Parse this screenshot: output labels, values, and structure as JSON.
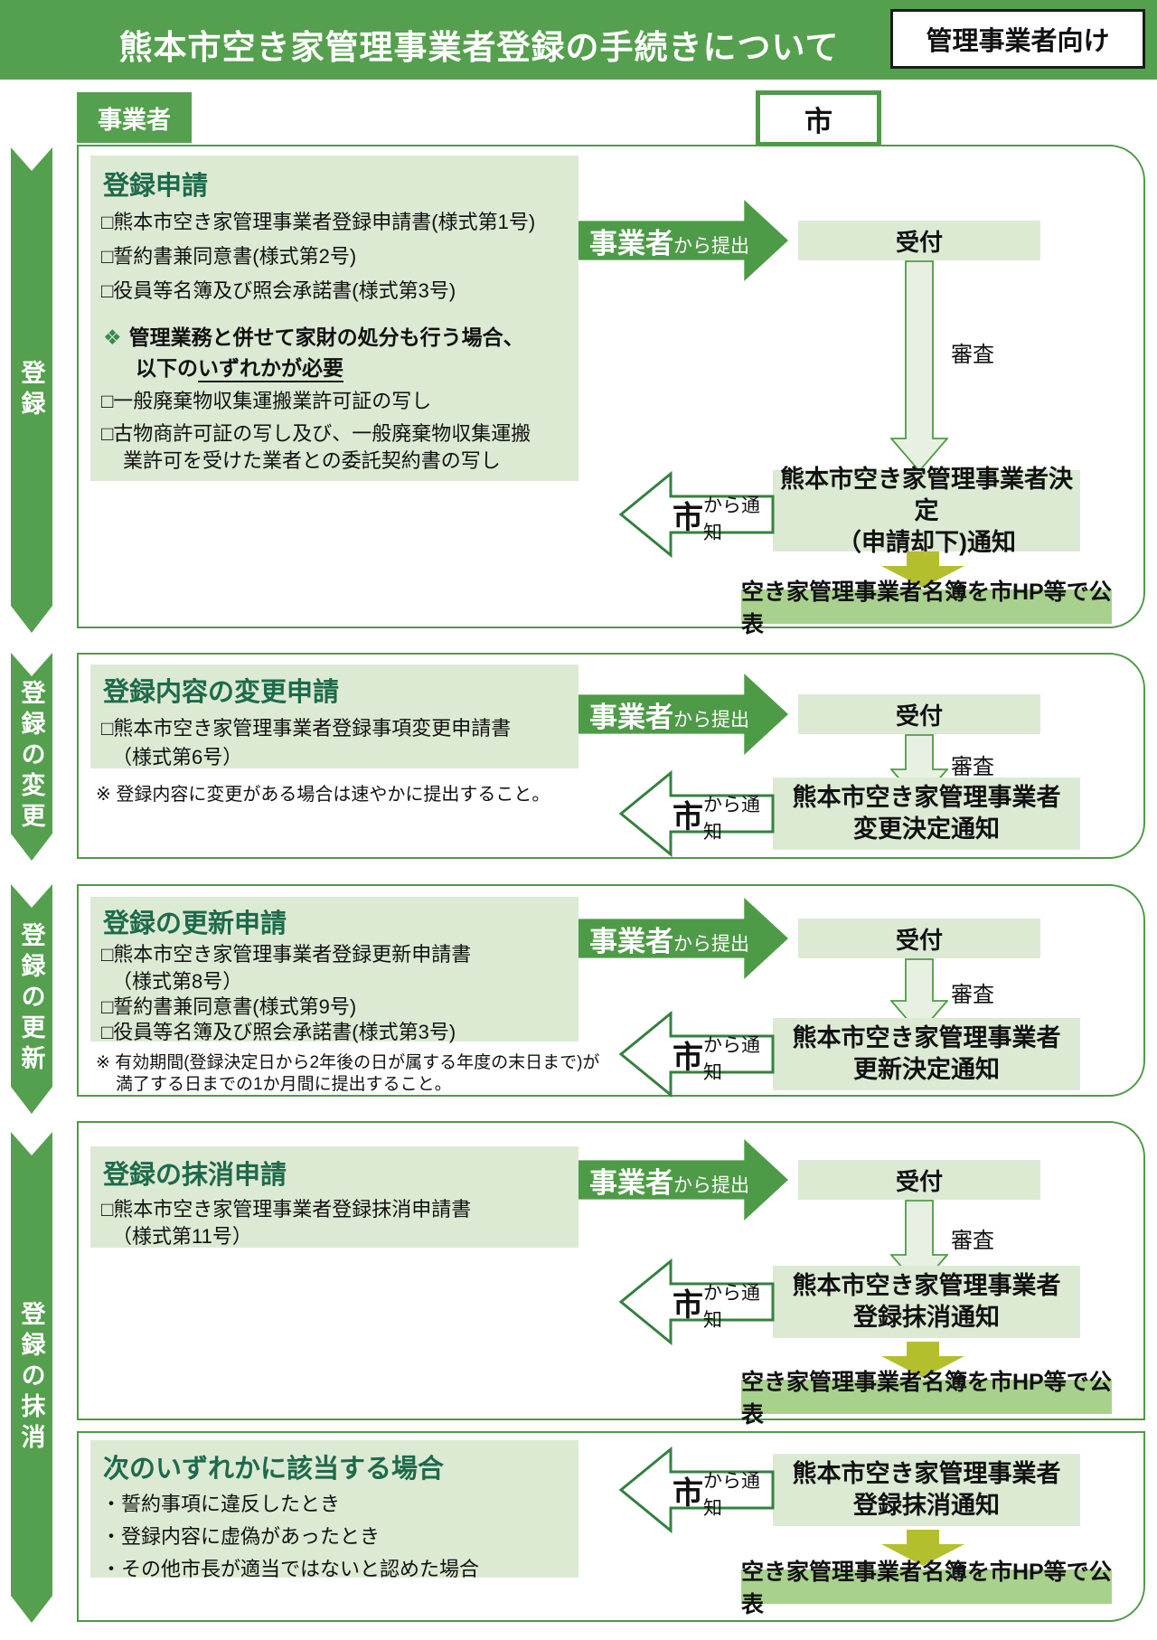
{
  "header": {
    "title": "熊本市空き家管理事業者登録の手続きについて",
    "badge": "管理事業者向け"
  },
  "actors": {
    "business": "事業者",
    "city": "市"
  },
  "flow": {
    "submit_main": "事業者",
    "submit_sub": "から提出",
    "notify_main": "市",
    "notify_sub": "から通知",
    "reception": "受付",
    "review": "審査",
    "publish": "空き家管理事業者名簿を市HP等で公表"
  },
  "ribbons": [
    {
      "label": "登録"
    },
    {
      "label": "登録の変更"
    },
    {
      "label": "登録の更新"
    },
    {
      "label": "登録の抹消"
    }
  ],
  "sections": [
    {
      "title": "登録申請",
      "items": [
        "□熊本市空き家管理事業者登録申請書(様式第1号)",
        "□誓約書兼同意書(様式第2号)",
        "□役員等名簿及び照会承諾書(様式第3号)"
      ],
      "diamond": "❖",
      "note_bold_1": "管理業務と併せて家財の処分も行う場合、",
      "note_bold_2_prefix": "以下の",
      "note_bold_2_underline": "いずれかが必要",
      "items2": [
        "□一般廃棄物収集運搬業許可証の写し",
        "□古物商許可証の写し及び、一般廃棄物収集運搬",
        "業許可を受けた業者との委託契約書の写し"
      ],
      "decision_line1": "熊本市空き家管理事業者決定",
      "decision_line2": "（申請却下)通知"
    },
    {
      "title": "登録内容の変更申請",
      "items": [
        "□熊本市空き家管理事業者登録事項変更申請書",
        "（様式第6号）"
      ],
      "note": "※ 登録内容に変更がある場合は速やかに提出すること。",
      "decision_line1": "熊本市空き家管理事業者",
      "decision_line2": "変更決定通知"
    },
    {
      "title": "登録の更新申請",
      "items": [
        "□熊本市空き家管理事業者登録更新申請書",
        "（様式第8号）",
        "□誓約書兼同意書(様式第9号)",
        "□役員等名簿及び照会承諾書(様式第3号)"
      ],
      "note_line1": "※ 有効期間(登録決定日から2年後の日が属する年度の末日まで)が",
      "note_line2": "満了する日までの1か月間に提出すること。",
      "decision_line1": "熊本市空き家管理事業者",
      "decision_line2": "更新決定通知"
    },
    {
      "title": "登録の抹消申請",
      "items": [
        "□熊本市空き家管理事業者登録抹消申請書",
        "（様式第11号）"
      ],
      "decision_line1": "熊本市空き家管理事業者",
      "decision_line2": "登録抹消通知"
    },
    {
      "title": "次のいずれかに該当する場合",
      "items": [
        "・誓約事項に違反したとき",
        "・登録内容に虚偽があったとき",
        "・その他市長が適当ではないと認めた場合"
      ],
      "decision_line1": "熊本市空き家管理事業者",
      "decision_line2": "登録抹消通知"
    }
  ],
  "colors": {
    "green": "#55a04e",
    "border_green": "#4e9b47",
    "light_green": "#dcead4",
    "mid_green": "#a9d18e",
    "dark_green_text": "#1d6a4b",
    "arrow_outline_green": "#35813f",
    "pale_arrow_fill": "#e8f1e1",
    "yellow_green": "#b4bf2e",
    "badge_border": "#1a1a1a"
  }
}
